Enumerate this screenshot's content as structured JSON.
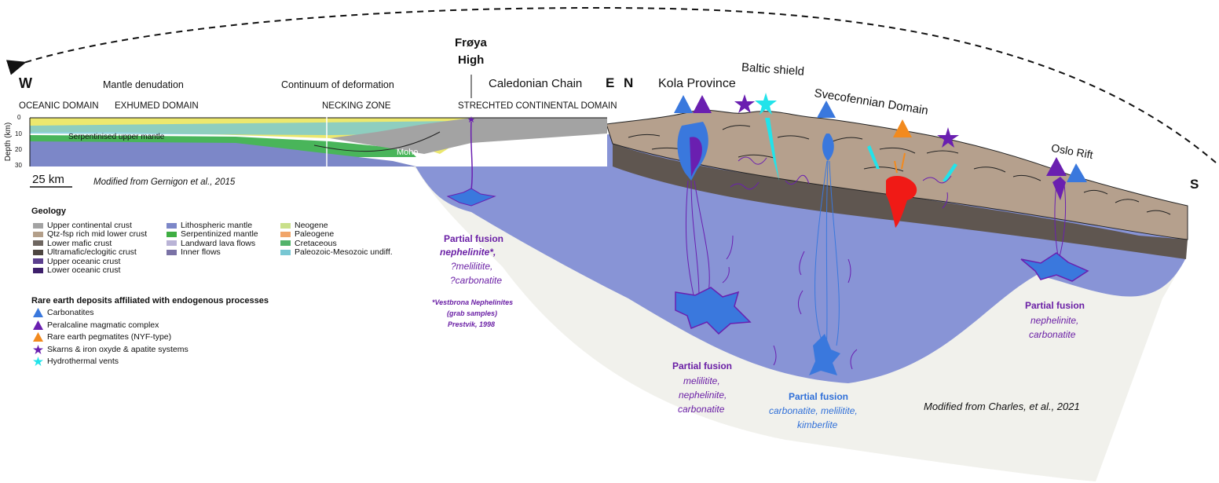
{
  "header": {
    "west": "W",
    "east": "E",
    "north": "N",
    "south": "S",
    "froya_high": [
      "Frøya",
      "High"
    ],
    "mantle_denudation": "Mantle denudation",
    "continuum": "Continuum of deformation",
    "caledonian_chain": "Caledonian Chain",
    "oceanic_domain": "OCEANIC DOMAIN",
    "exhumed_domain": "EXHUMED DOMAIN",
    "necking_zone": "NECKING ZONE",
    "stretched_domain": "STRECHTED CONTINENTAL DOMAIN"
  },
  "section": {
    "depth_label": "Depth (km)",
    "depth_ticks": [
      "0",
      "10",
      "20",
      "30"
    ],
    "serpentinised": "Serpentinised upper mantle",
    "moho": "Moho",
    "scale_bar": "25 km",
    "credit_gernigon": "Modified from Gernigon et al., 2015",
    "credit_charles": "Modified from Charles, et al., 2021"
  },
  "regions": {
    "kola": "Kola Province",
    "baltic": "Baltic shield",
    "svecofennian": "Svecofennian Domain",
    "oslo": "Oslo Rift"
  },
  "partial_fusion": {
    "froya": {
      "title": "Partial fusion",
      "lines": [
        "nephelinite*,",
        "?melilitite,",
        "?carbonatite"
      ]
    },
    "froya_note": [
      "*Vestbrona Nephelinites",
      "(grab samples)",
      "Prestvik, 1998"
    ],
    "kola": {
      "title": "Partial fusion",
      "lines": [
        "melilitite,",
        "nephelinite,",
        "carbonatite"
      ]
    },
    "baltic": {
      "title": "Partial fusion",
      "lines": [
        "carbonatite, melilitite,",
        "kimberlite"
      ]
    },
    "oslo": {
      "title": "Partial fusion",
      "lines": [
        "nephelinite,",
        "carbonatite"
      ]
    }
  },
  "legend": {
    "geology_title": "Geology",
    "col1": [
      {
        "label": "Upper continental crust",
        "color": "#a3a3a3"
      },
      {
        "label": "Qtz-fsp rich mid lower crust",
        "color": "#b39f8a"
      },
      {
        "label": "Lower mafic crust",
        "color": "#6e6660"
      },
      {
        "label": "Ultramafic/eclogitic crust",
        "color": "#4d4540"
      },
      {
        "label": "Upper oceanic crust",
        "color": "#5b3f8e"
      },
      {
        "label": "Lower oceanic crust",
        "color": "#3d1f6b"
      }
    ],
    "col2": [
      {
        "label": "Lithospheric mantle",
        "color": "#7c87c8"
      },
      {
        "label": "Serpentinized mantle",
        "color": "#3fae43"
      },
      {
        "label": "Landward lava flows",
        "color": "#b9b3d6"
      },
      {
        "label": "Inner flows",
        "color": "#7a72a6"
      }
    ],
    "col3": [
      {
        "label": "Neogene",
        "color": "#c9e08a"
      },
      {
        "label": "Paleogene",
        "color": "#f1a56a"
      },
      {
        "label": "Cretaceous",
        "color": "#52b36b"
      },
      {
        "label": "Paleozoic-Mesozoic undiff.",
        "color": "#78c7d3"
      }
    ],
    "deposits_title": "Rare earth deposits affiliated with endogenous processes",
    "deposits": [
      {
        "label": "Carbonatites",
        "icon": "blue-triangle-icon",
        "color": "#3a78dd"
      },
      {
        "label": "Peralcaline magmatic complex",
        "icon": "purple-triangle-icon",
        "color": "#6a1fb0"
      },
      {
        "label": "Rare earth pegmatites (NYF-type)",
        "icon": "orange-triangle-icon",
        "color": "#f28a1e"
      },
      {
        "label": "Skarns & iron oxyde & apatite systems",
        "icon": "purple-star-icon",
        "color": "#6a1fb0"
      },
      {
        "label": "Hydrothermal vents",
        "icon": "cyan-star-icon",
        "color": "#22e3ea"
      }
    ]
  },
  "colors": {
    "crust": "#b5a08d",
    "lower_crust": "#5f5650",
    "mantle": "#8894d6",
    "asthenosphere": "#f1f1ec",
    "carbonatite_blue": "#3a78dd",
    "purple": "#6a1fb0",
    "red_intrusion": "#f01a16",
    "cyan": "#22e3ea",
    "orange": "#f28a1e"
  }
}
